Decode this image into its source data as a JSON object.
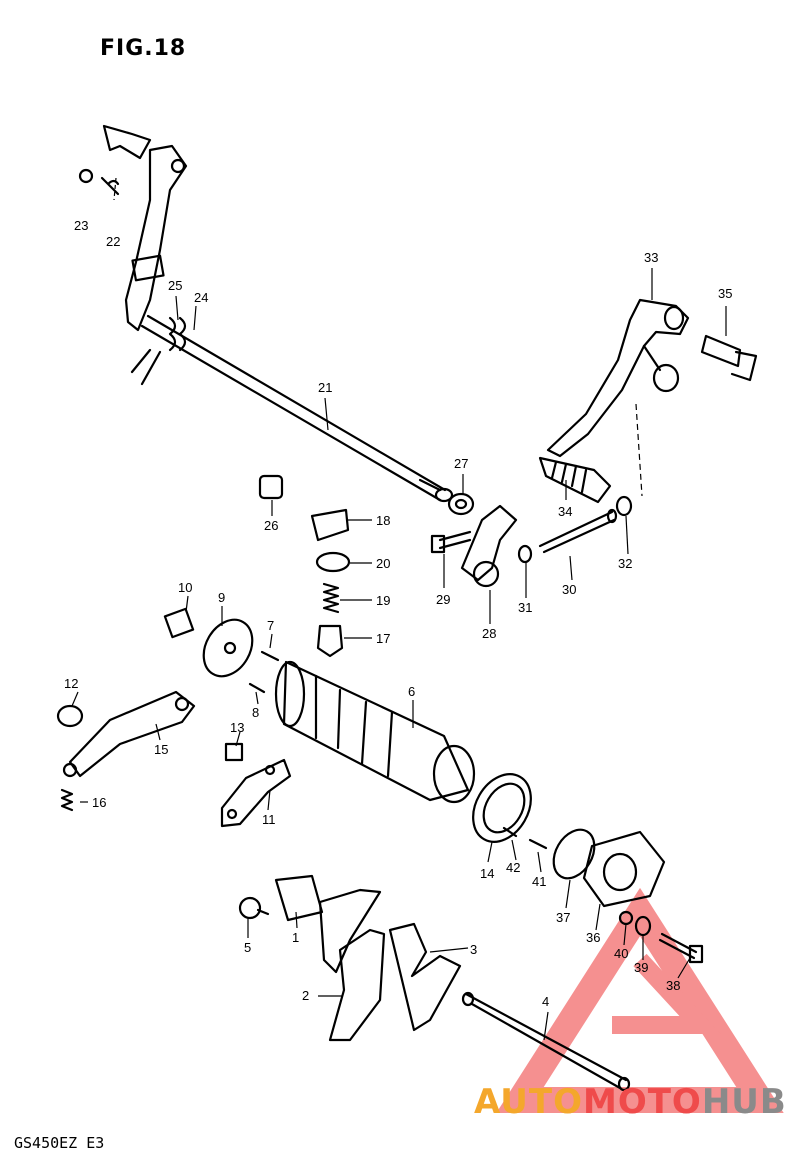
{
  "figure": {
    "title": "FIG.18",
    "model_code": "GS450EZ  E3"
  },
  "watermark": {
    "part1": "AUTO",
    "part2": "MOTO",
    "part3": "HUB",
    "colors": {
      "part1": "#f4a72c",
      "part2": "#ef4b4b",
      "part3": "#8a8a8a",
      "triangle": "#f26b6b"
    }
  },
  "parts": {
    "p1": "1",
    "p2": "2",
    "p3": "3",
    "p4": "4",
    "p5": "5",
    "p6": "6",
    "p7": "7",
    "p8": "8",
    "p9": "9",
    "p10": "10",
    "p11": "11",
    "p12": "12",
    "p13": "13",
    "p14": "14",
    "p15": "15",
    "p16": "16",
    "p17": "17",
    "p18": "18",
    "p19": "19",
    "p20": "20",
    "p21": "21",
    "p22": "22",
    "p23": "23",
    "p24": "24",
    "p25": "25",
    "p26": "26",
    "p27": "27",
    "p28": "28",
    "p29": "29",
    "p30": "30",
    "p31": "31",
    "p32": "32",
    "p33": "33",
    "p34": "34",
    "p35": "35",
    "p36": "36",
    "p37": "37",
    "p38": "38",
    "p39": "39",
    "p40": "40",
    "p41": "41",
    "p42": "42"
  }
}
